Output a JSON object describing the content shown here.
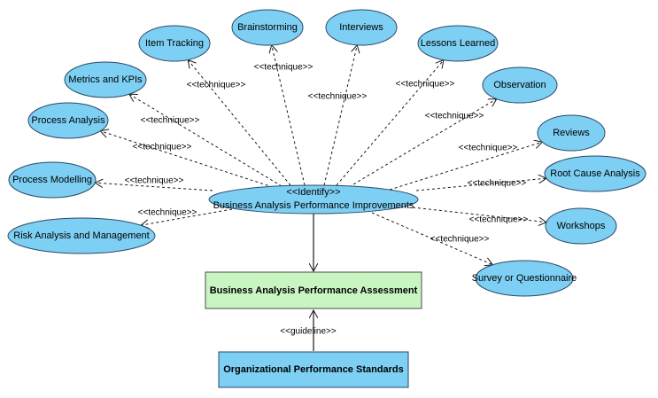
{
  "central": {
    "stereotype": "<<Identify>>",
    "label": "Business Analysis Performance Improvements"
  },
  "techniques": [
    {
      "id": "item-tracking",
      "label": "Item Tracking"
    },
    {
      "id": "brainstorming",
      "label": "Brainstorming"
    },
    {
      "id": "interviews",
      "label": "Interviews"
    },
    {
      "id": "lessons-learned",
      "label": "Lessons Learned"
    },
    {
      "id": "metrics-and-kpis",
      "label": "Metrics and KPIs"
    },
    {
      "id": "observation",
      "label": "Observation"
    },
    {
      "id": "process-analysis",
      "label": "Process Analysis"
    },
    {
      "id": "reviews",
      "label": "Reviews"
    },
    {
      "id": "process-modelling",
      "label": "Process Modelling"
    },
    {
      "id": "root-cause-analysis",
      "label": "Root Cause Analysis"
    },
    {
      "id": "risk-analysis-and-management",
      "label": "Risk Analysis and Management"
    },
    {
      "id": "workshops",
      "label": "Workshops"
    },
    {
      "id": "survey-or-questionnaire",
      "label": "Survey or Questionnaire"
    }
  ],
  "relation_label": "<<technique>>",
  "assessment": {
    "label": "Business Analysis Performance Assessment",
    "color": "#c9f5c3"
  },
  "standards": {
    "label": "Organizational Performance Standards",
    "color": "#7dcff3"
  },
  "guideline_label": "<<guideline>>",
  "colors": {
    "usecase": "#7dcff3",
    "usecase_border": "#2b4a66",
    "assessment_border": "#4a4a4a"
  }
}
